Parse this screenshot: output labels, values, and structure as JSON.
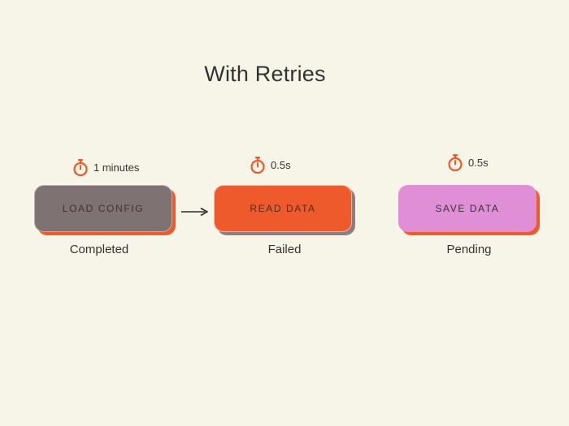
{
  "diagram": {
    "title": "With Retries",
    "colors": {
      "background": "#f6f5e8",
      "timer_icon": "#ec5a2c",
      "completed_fill": "#7f7273",
      "failed_fill": "#ee5a2b",
      "pending_fill": "#e08fd6",
      "shadow_accent": "#ee5a2b",
      "shadow_neutral": "#8a7f82"
    },
    "steps": [
      {
        "label": "LOAD CONFIG",
        "duration": "1 minutes",
        "status": "Completed",
        "timer_icon": "stopwatch-icon"
      },
      {
        "label": "READ DATA",
        "duration": "0.5s",
        "status": "Failed",
        "timer_icon": "stopwatch-icon"
      },
      {
        "label": "SAVE DATA",
        "duration": "0.5s",
        "status": "Pending",
        "timer_icon": "stopwatch-icon"
      }
    ],
    "edges": [
      {
        "from": "LOAD CONFIG",
        "to": "READ DATA",
        "icon": "arrow-right-icon"
      }
    ]
  }
}
